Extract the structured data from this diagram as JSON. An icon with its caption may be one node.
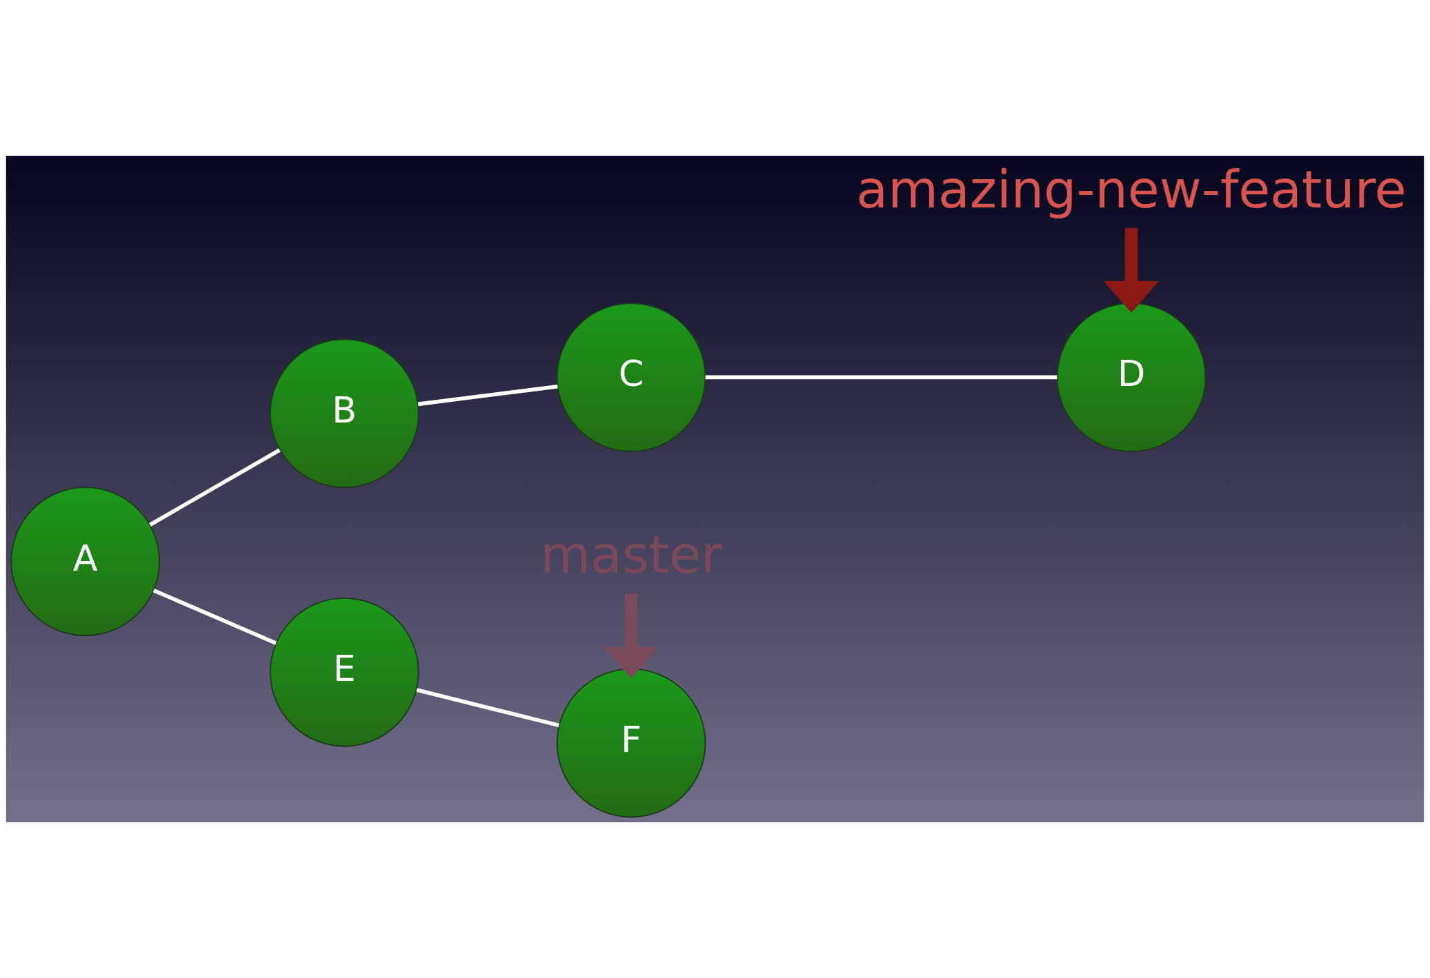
{
  "diagram": {
    "nodes": [
      {
        "text": [
          "amazing-new-feature"
        ]
      },
      {
        "text": [
          "A"
        ]
      },
      {
        "text": [
          "B"
        ]
      },
      {
        "text": [
          "C"
        ]
      },
      {
        "text": [
          "D"
        ]
      },
      {
        "text": [
          "E"
        ]
      },
      {
        "text": [
          "F"
        ]
      },
      {
        "text": [
          "master"
        ]
      }
    ],
    "edges": [
      {
        "from": 1,
        "to": 2,
        "arrow": "none"
      },
      {
        "from": 2,
        "to": 3,
        "arrow": "none"
      },
      {
        "from": 3,
        "to": 4,
        "arrow": "none"
      },
      {
        "from": 1,
        "to": 5,
        "arrow": "none"
      },
      {
        "from": 5,
        "to": 6,
        "arrow": "none"
      },
      {
        "from": 0,
        "to": 4,
        "arrow": "to",
        "style": "thick",
        "color": "#8b1a14"
      },
      {
        "from": 7,
        "to": 6,
        "arrow": "to",
        "style": "thick",
        "color": "#7a4a5a"
      }
    ]
  }
}
